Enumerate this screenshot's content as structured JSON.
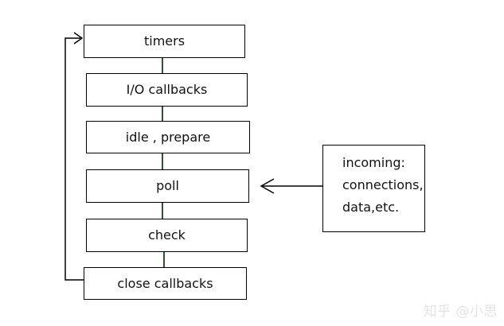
{
  "diagram": {
    "phases": [
      "timers",
      "I/O callbacks",
      "idle , prepare",
      "poll",
      "check",
      "close callbacks"
    ],
    "input": {
      "lines": [
        "incoming:",
        "connections,",
        "data,etc."
      ]
    },
    "watermark": "知乎 @小思"
  }
}
